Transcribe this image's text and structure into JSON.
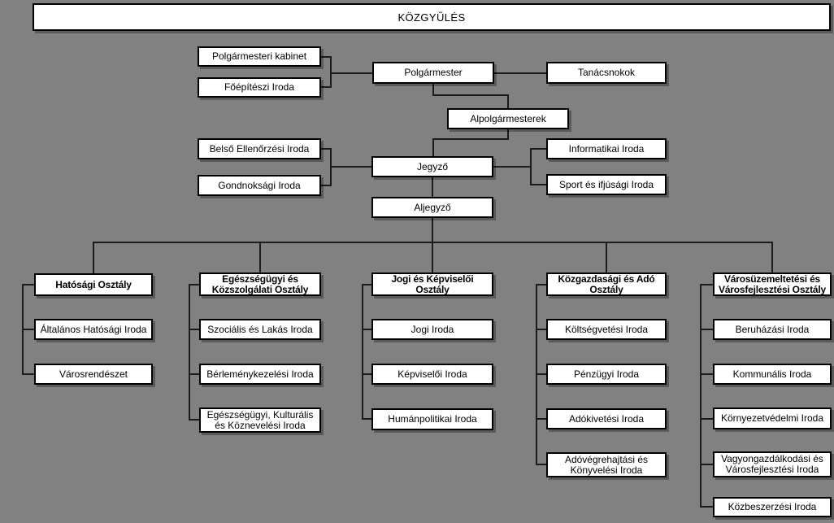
{
  "background_color": "#818181",
  "box_color": "#ffffff",
  "line_color": "#1c1c1c",
  "org": {
    "root": {
      "label": "KÖZGYŰLÉS"
    },
    "mayor_cluster": {
      "polgarmesteri_kabinet": "Polgármesteri kabinet",
      "foepiteszi_iroda": "Főépítészi Iroda",
      "polgarmester": "Polgármester",
      "tanacsnokok": "Tanácsnokok",
      "alpolgarmesterek": "Alpolgármesterek"
    },
    "notary_cluster": {
      "belso_ellenorzesi_iroda": "Belső Ellenőrzési Iroda",
      "gondnoksagi_iroda": "Gondnoksági Iroda",
      "jegyzo": "Jegyző",
      "informatikai_iroda": "Informatikai Iroda",
      "sport_es_ifjusagi_iroda": "Sport és ifjúsági Iroda",
      "aljegyzo": "Aljegyző"
    },
    "departments": [
      {
        "label": "Hatósági Osztály",
        "offices": [
          "Általános Hatósági Iroda",
          "Városrendészet"
        ]
      },
      {
        "label": "Egészségügyi és Közszolgálati Osztály",
        "offices": [
          "Szociális és Lakás Iroda",
          "Bérleménykezelési Iroda",
          "Egészségügyi, Kulturális és Köznevelési Iroda"
        ]
      },
      {
        "label": "Jogi és Képviselői Osztály",
        "offices": [
          "Jogi Iroda",
          "Képviselői Iroda",
          "Humánpolitikai Iroda"
        ]
      },
      {
        "label": "Közgazdasági és Adó Osztály",
        "offices": [
          "Költségvetési Iroda",
          "Pénzügyi Iroda",
          "Adókivetési Iroda",
          "Adóvégrehajtási és Könyvelési Iroda"
        ]
      },
      {
        "label": "Városüzemeltetési és Városfejlesztési Osztály",
        "offices": [
          "Beruházási Iroda",
          "Kommunális Iroda",
          "Környezetvédelmi Iroda",
          "Vagyongazdálkodási és Városfejlesztési Iroda",
          "Közbeszerzési Iroda"
        ]
      }
    ]
  }
}
